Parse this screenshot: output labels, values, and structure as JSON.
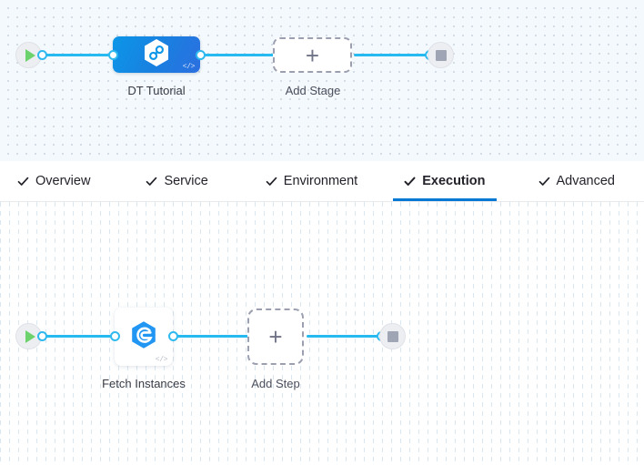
{
  "stage_canvas": {
    "name": "pipeline-stage-canvas",
    "background_color": "#f3f9fc",
    "start_node": {
      "icon": "play-icon",
      "label": "Start"
    },
    "end_node": {
      "icon": "stop-icon",
      "label": "End"
    },
    "stages": [
      {
        "label": "DT Tutorial",
        "icon": "harness-hexagon-icon",
        "badge": "</>",
        "selected": true,
        "color": "#0b96e8"
      }
    ],
    "add_stage": {
      "label": "Add Stage",
      "icon": "plus-icon"
    }
  },
  "tabs": {
    "name": "stage-config-tabs",
    "active_color": "#0278d5",
    "items": [
      {
        "label": "Overview",
        "icon": "check-icon",
        "active": false
      },
      {
        "label": "Service",
        "icon": "check-icon",
        "active": false
      },
      {
        "label": "Environment",
        "icon": "check-icon",
        "active": false
      },
      {
        "label": "Execution",
        "icon": "check-icon",
        "active": true
      },
      {
        "label": "Advanced",
        "icon": "check-icon",
        "active": false
      }
    ]
  },
  "step_canvas": {
    "name": "execution-step-canvas",
    "background_color": "#ffffff",
    "start_node": {
      "icon": "play-icon",
      "label": "Start"
    },
    "end_node": {
      "icon": "stop-icon",
      "label": "End"
    },
    "steps": [
      {
        "label": "Fetch Instances",
        "icon": "fetch-instances-icon",
        "badge": "</>",
        "color": "#2196f3"
      }
    ],
    "add_step": {
      "label": "Add Step",
      "icon": "plus-icon"
    }
  }
}
